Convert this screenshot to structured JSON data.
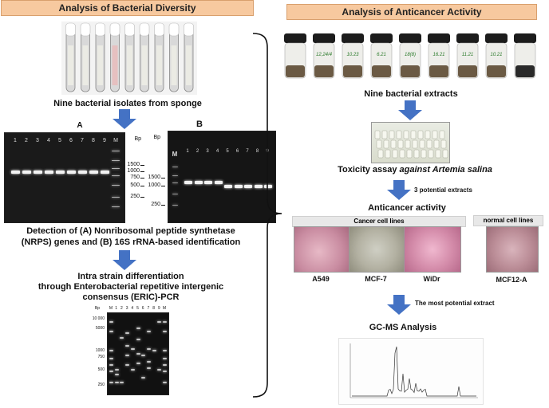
{
  "left": {
    "header": "Analysis of Bacterial Diversity",
    "tubes_caption": "Nine bacterial isolates from sponge",
    "gel_a": {
      "label": "A",
      "lanes": [
        "1",
        "2",
        "3",
        "4",
        "5",
        "6",
        "7",
        "8",
        "9",
        "M"
      ],
      "bp_title": "Bp",
      "bp_marks": [
        "1500",
        "1000",
        "750",
        "500",
        "250"
      ]
    },
    "gel_b": {
      "label": "B",
      "bp_title": "Bp",
      "marker": "M",
      "lanes": [
        "1",
        "2",
        "3",
        "4",
        "5",
        "6",
        "7",
        "8",
        "9"
      ],
      "bp_marks": [
        "1500",
        "1000",
        "250"
      ]
    },
    "detection_caption": "Detection of (A) Nonribosomal peptide synthetase (NRPS) genes and (B) 16S rRNA-based identification",
    "eric_caption_1": "Intra strain differentiation",
    "eric_caption_2": "through Enterobacterial repetitive intergenic",
    "eric_caption_3": "consensus (ERIC)-PCR",
    "eric_gel": {
      "bp_title": "Bp",
      "lanes": [
        "M",
        "1",
        "2",
        "3",
        "4",
        "5",
        "6",
        "7",
        "8",
        "9",
        "M"
      ],
      "bp_marks": [
        "10 000",
        "5000",
        "1000",
        "750",
        "500",
        "250"
      ]
    }
  },
  "right": {
    "header": "Analysis of Anticancer Activity",
    "jar_labels": [
      "",
      "12,24/4",
      "10.23",
      "6.21",
      "18(8)",
      "16.21",
      "11.21",
      "10.21",
      ""
    ],
    "extracts_caption": "Nine bacterial extracts",
    "toxicity_caption_prefix": "Toxicity assay ",
    "toxicity_caption_italic": "against Artemia salina",
    "potential_extracts": "3 potential extracts",
    "anticancer_caption": "Anticancer activity",
    "cancer_group": "Cancer cell lines",
    "normal_group": "normal cell lines",
    "cells": [
      "A549",
      "MCF-7",
      "WiDr",
      "MCF12-A"
    ],
    "most_potential": "The most potential extract",
    "gcms_caption": "GC-MS Analysis"
  },
  "colors": {
    "header_bg": "#f7c99f",
    "arrow": "#4472c4",
    "gel": "#1a1a1a"
  }
}
